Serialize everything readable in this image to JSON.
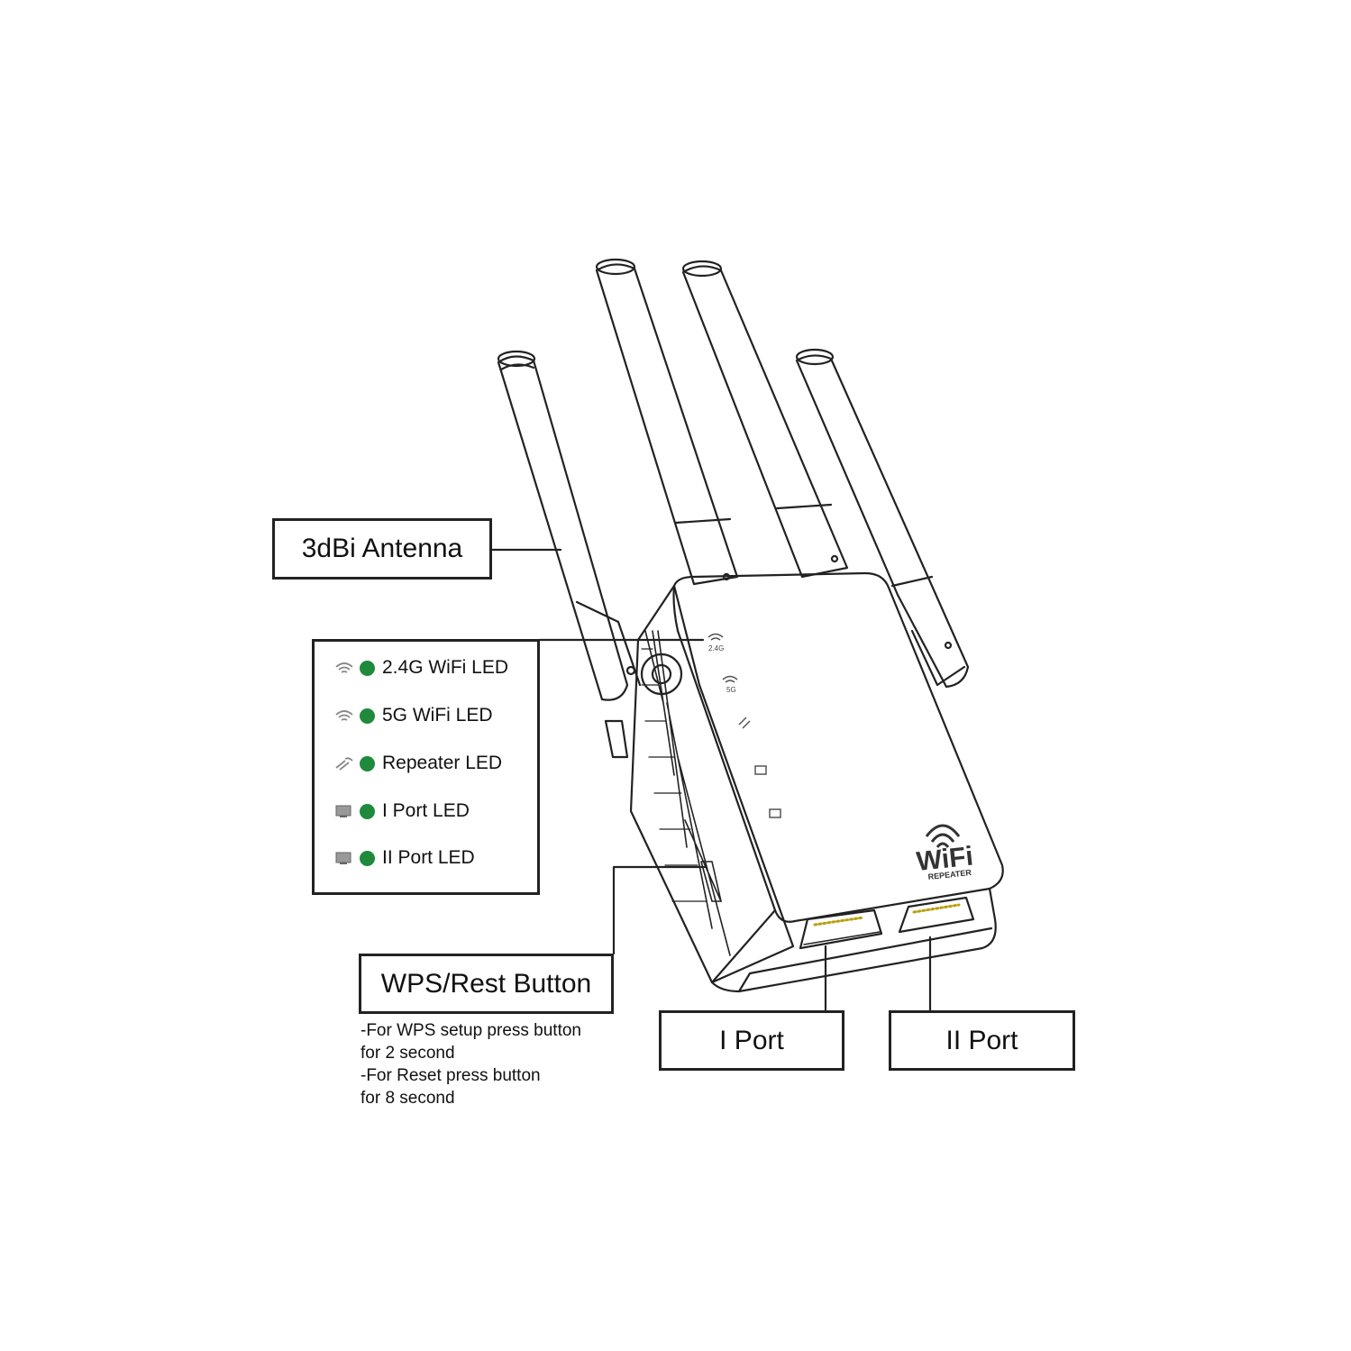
{
  "colors": {
    "led_green": "#1f8a3b",
    "line": "#222222",
    "icon_gray": "#777777"
  },
  "callouts": {
    "antenna": "3dBi Antenna",
    "wps_button": "WPS/Rest Button",
    "port_1": "I Port",
    "port_2": "II Port"
  },
  "leds": [
    {
      "icon": "wifi-icon",
      "label": "2.4G WiFi LED"
    },
    {
      "icon": "wifi-icon",
      "label": "5G WiFi LED"
    },
    {
      "icon": "repeater-icon",
      "label": "Repeater LED"
    },
    {
      "icon": "monitor-icon",
      "label": "I Port LED"
    },
    {
      "icon": "monitor-icon",
      "label": "II Port LED"
    }
  ],
  "wps_notes": [
    "-For WPS setup press button",
    "for 2 second",
    "-For Reset press button",
    "for 8 second"
  ],
  "device": {
    "brand": "WiFi",
    "sub": "REPEATER",
    "led_labels": [
      "2.4G",
      "5G"
    ]
  }
}
